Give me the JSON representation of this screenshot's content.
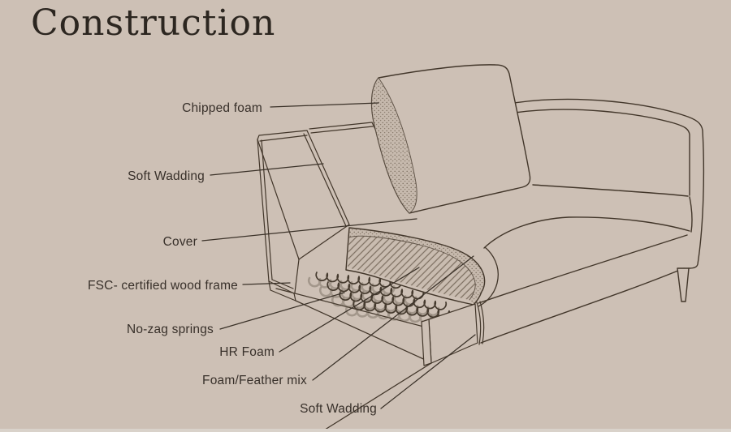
{
  "title": "Construction",
  "colors": {
    "background": "#cdc0b5",
    "line": "#42362a",
    "label_text": "#38302a",
    "title_text": "#2c2620",
    "texture": "#7e7062"
  },
  "diagram": {
    "subject": "sofa construction cutaway drawing",
    "labels": {
      "chipped_foam": "Chipped foam",
      "soft_wadding_top": "Soft Wadding",
      "cover": "Cover",
      "wood_frame": "FSC- certified wood frame",
      "no_zag_springs": "No-zag springs",
      "hr_foam": "HR Foam",
      "foam_feather_mix": "Foam/Feather mix",
      "soft_wadding_bottom": "Soft Wadding"
    }
  }
}
